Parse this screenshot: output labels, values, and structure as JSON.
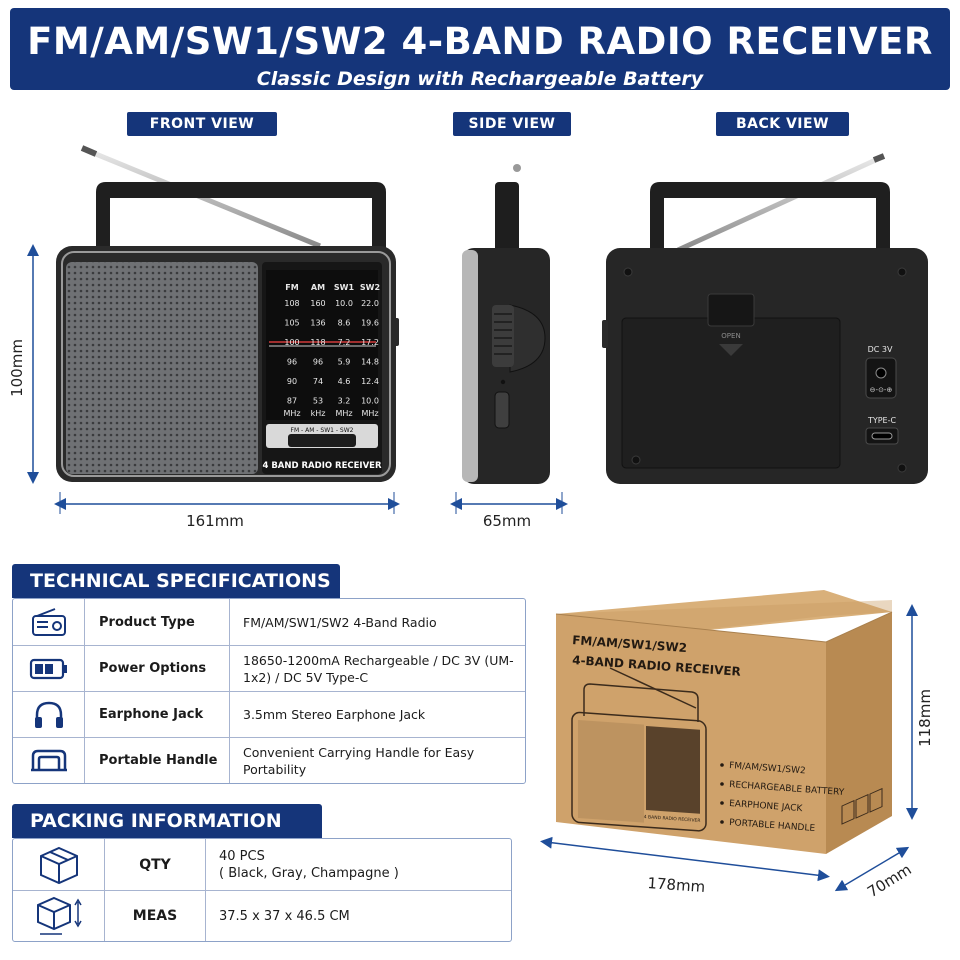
{
  "header": {
    "title": "FM/AM/SW1/SW2 4-BAND RADIO RECEIVER",
    "subtitle": "Classic Design with Rechargeable Battery"
  },
  "views": {
    "front_label": "FRONT VIEW",
    "side_label": "SIDE VIEW",
    "back_label": "BACK VIEW",
    "height_dim": "100mm",
    "width_dim": "161mm",
    "depth_dim": "65mm"
  },
  "dial": {
    "bands": [
      "FM",
      "AM",
      "SW1",
      "SW2"
    ],
    "rows": [
      [
        "108",
        "160",
        "10.0",
        "22.0"
      ],
      [
        "105",
        "136",
        "8.6",
        "19.6"
      ],
      [
        "100",
        "118",
        "7.2",
        "17.2"
      ],
      [
        "96",
        "96",
        "5.9",
        "14.8"
      ],
      [
        "90",
        "74",
        "4.6",
        "12.4"
      ],
      [
        "87",
        "53",
        "3.2",
        "10.0"
      ]
    ],
    "units": [
      "MHz",
      "kHz",
      "MHz",
      "MHz"
    ],
    "band_switch_label": "FM - AM - SW1 - SW2",
    "receiver_label": "4 BAND RADIO RECEIVER"
  },
  "back": {
    "open_label": "OPEN",
    "dc_label": "DC 3V",
    "typec_label": "TYPE-C"
  },
  "specs": {
    "heading": "TECHNICAL SPECIFICATIONS",
    "rows": [
      {
        "icon": "radio-icon",
        "name": "Product Type",
        "value": "FM/AM/SW1/SW2 4-Band Radio"
      },
      {
        "icon": "battery-icon",
        "name": "Power Options",
        "value": "18650-1200mA Rechargeable / DC 3V (UM-1x2) / DC 5V Type-C"
      },
      {
        "icon": "headphones-icon",
        "name": "Earphone Jack",
        "value": "3.5mm Stereo Earphone Jack"
      },
      {
        "icon": "handle-icon",
        "name": "Portable Handle",
        "value": "Convenient Carrying Handle for Easy Portability"
      }
    ]
  },
  "packing": {
    "heading": "PACKING INFORMATION",
    "qty_label": "QTY",
    "qty_value": "40 PCS",
    "qty_note": "( Black, Gray, Champagne )",
    "meas_label": "MEAS",
    "meas_value": "37.5 x 37 x 46.5 CM"
  },
  "box": {
    "title_line1": "FM/AM/SW1/SW2",
    "title_line2": "4-BAND RADIO RECEIVER",
    "features": [
      "FM/AM/SW1/SW2",
      "RECHARGEABLE BATTERY",
      "EARPHONE JACK",
      "PORTABLE HANDLE"
    ],
    "mini_label": "4 BAND RADIO RECEIVER",
    "width_dim": "178mm",
    "depth_dim": "70mm",
    "height_dim": "118mm"
  },
  "colors": {
    "brand_navy": "#15357a",
    "radio_body": "#2b2b2b",
    "grille": "#6d6f72",
    "carton": "#cfa26b"
  }
}
